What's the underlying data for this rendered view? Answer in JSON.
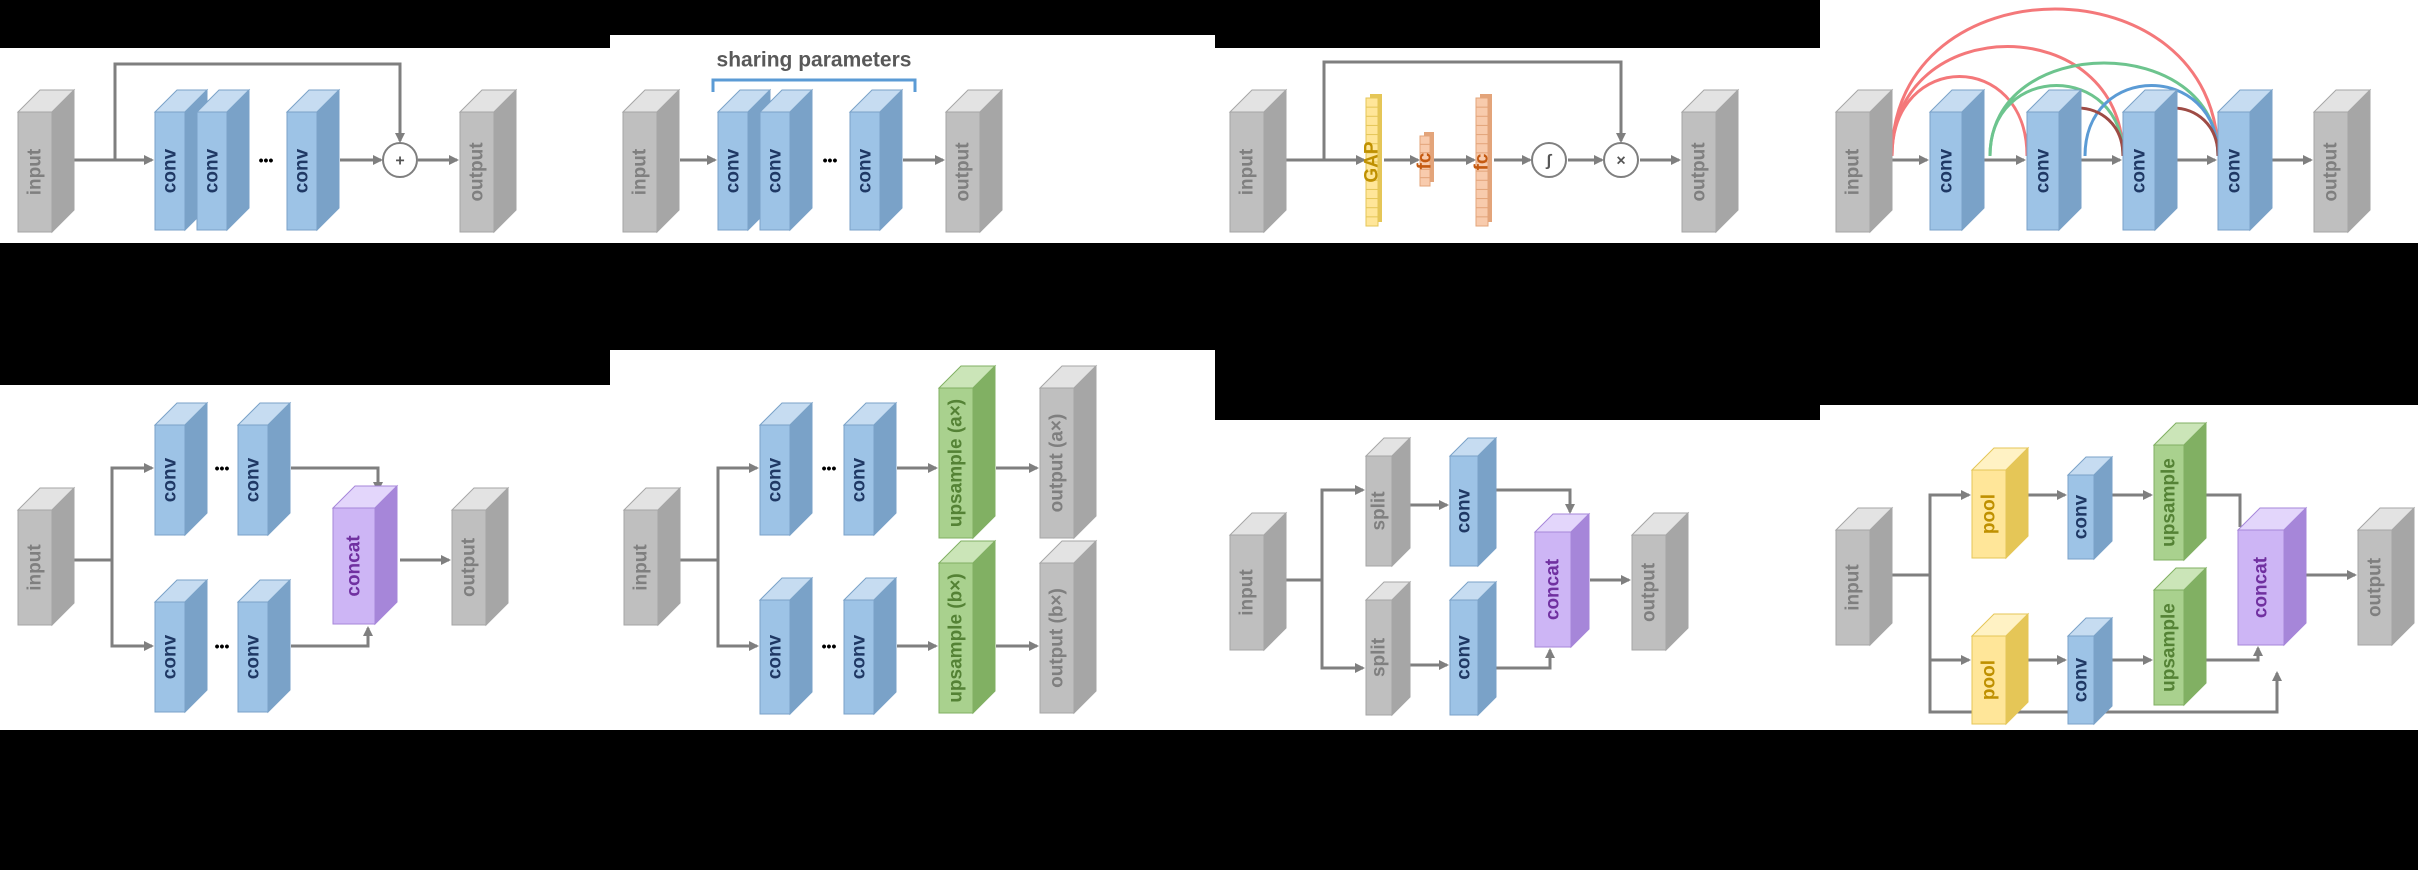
{
  "colors": {
    "input": {
      "front": "#bfbfbf",
      "side": "#a6a6a6",
      "top": "#e3e3e3",
      "text": "#7f7f7f"
    },
    "conv": {
      "front": "#9dc3e6",
      "side": "#7aa2c8",
      "top": "#c6dcf1",
      "text": "#1f3864"
    },
    "concat": {
      "front": "#cdb5f5",
      "side": "#a686d9",
      "top": "#e3d6fb",
      "text": "#7030a0"
    },
    "upsample": {
      "front": "#a9d18e",
      "side": "#81b063",
      "top": "#cbe5b8",
      "text": "#548235"
    },
    "pool": {
      "front": "#ffe699",
      "side": "#e5c657",
      "top": "#fff2c4",
      "text": "#bf9000"
    },
    "fc": {
      "front": "#f8cbad",
      "side": "#e3a47a",
      "text": "#c55a11"
    },
    "gap": {
      "front": "#ffe699",
      "side": "#e5c657",
      "text": "#bf9000"
    },
    "brace": "#5b9bd5",
    "arc_red": "#f4787a",
    "arc_green": "#6dc48e",
    "arc_blue": "#5b9bd5",
    "arc_brown": "#9e4b45"
  },
  "labels": {
    "input": "input",
    "output": "output",
    "conv": "conv",
    "concat": "concat",
    "pool": "pool",
    "split": "split",
    "gap": "GAP",
    "fc": "fc",
    "plus": "+",
    "times": "×",
    "sigmoid": "∫",
    "ellipsis": "•••",
    "sharing_parameters": "sharing parameters",
    "upsample": "upsample",
    "upsample_a": "upsample (a×)",
    "upsample_b": "upsample (b×)",
    "output_a": "output (a×)",
    "output_b": "output (b×)"
  }
}
